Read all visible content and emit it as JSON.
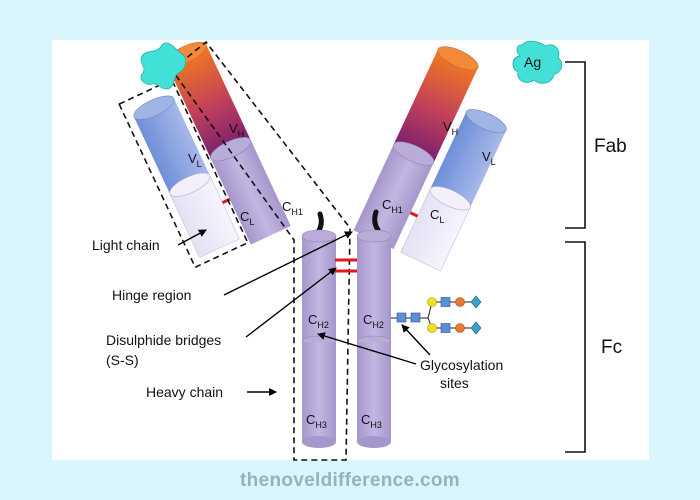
{
  "footer": {
    "text": "thenoveldifference.com"
  },
  "colors": {
    "background": "#d9f6fc",
    "panel": "#ffffff",
    "constant_region": "#b3a5d3",
    "light_chain_variable": "#8ea8dc",
    "light_chain_constant": "#efeaf8",
    "antigen": "#42e0d6",
    "disulfide": "#e8141b",
    "glyco_square": "#5b8fd6",
    "glyco_circle_yellow": "#f0df1c",
    "glyco_circle_orange": "#e8792e",
    "glyco_diamond": "#3aa0c8"
  },
  "labels": {
    "antigen": "Ag",
    "fab": "Fab",
    "fc": "Fc",
    "light_chain": "Light chain",
    "hinge_region": "Hinge region",
    "disulphide_line1": "Disulphide bridges",
    "disulphide_line2": "(S-S)",
    "heavy_chain": "Heavy chain",
    "glycosylation_line1": "Glycosylation",
    "glycosylation_line2": "sites"
  },
  "segments": {
    "vh_left": {
      "main": "V",
      "sub": "H"
    },
    "vl_left": {
      "main": "V",
      "sub": "L"
    },
    "ch1_left": {
      "main": "C",
      "sub": "H1"
    },
    "cl_left": {
      "main": "C",
      "sub": "L"
    },
    "vh_right": {
      "main": "V",
      "sub": "H"
    },
    "vl_right": {
      "main": "V",
      "sub": "L"
    },
    "ch1_right": {
      "main": "C",
      "sub": "H1"
    },
    "cl_right": {
      "main": "C",
      "sub": "L"
    },
    "ch2_left": {
      "main": "C",
      "sub": "H2"
    },
    "ch2_right": {
      "main": "C",
      "sub": "H2"
    },
    "ch3_left": {
      "main": "C",
      "sub": "H3"
    },
    "ch3_right": {
      "main": "C",
      "sub": "H3"
    }
  }
}
